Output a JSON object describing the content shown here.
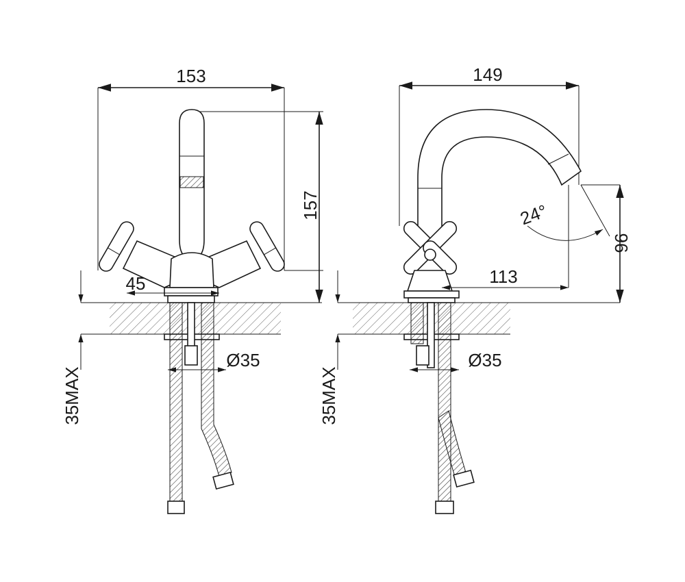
{
  "front_view": {
    "width_label": "153",
    "height_label": "157",
    "base_label": "45",
    "hole_label": "Ø35",
    "counter_label": "35MAX"
  },
  "side_view": {
    "width_label": "149",
    "reach_label": "113",
    "angle_label": "24°",
    "outlet_height_label": "96",
    "hole_label": "Ø35",
    "counter_label": "35MAX"
  }
}
